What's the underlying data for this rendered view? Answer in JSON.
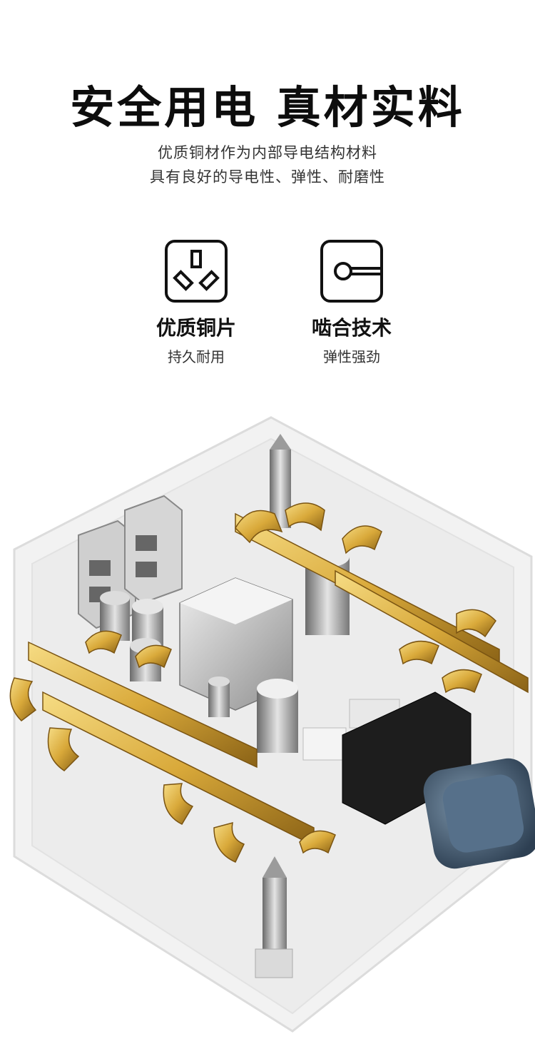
{
  "header": {
    "headline": "安全用电 真材实料",
    "subline_1": "优质铜材作为内部导电结构材料",
    "subline_2": "具有良好的导电性、弹性、耐磨性"
  },
  "features": [
    {
      "icon": "socket-outlet-icon",
      "title": "优质铜片",
      "subtitle": "持久耐用"
    },
    {
      "icon": "contact-clip-icon",
      "title": "啮合技术",
      "subtitle": "弹性强劲"
    }
  ],
  "colors": {
    "background": "#ffffff",
    "text": "#111111",
    "copper_gold": "#d9a93a",
    "metal_gray": "#9a9a9a",
    "knob_blue": "#3f5a73"
  }
}
